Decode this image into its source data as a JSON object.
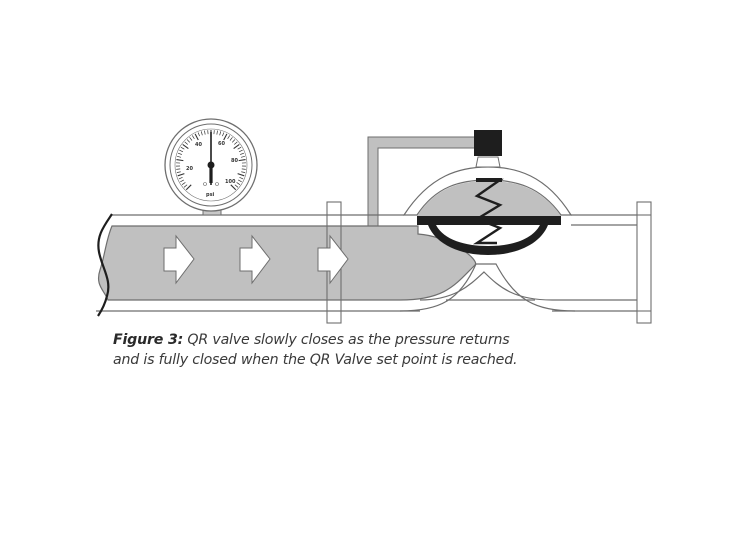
{
  "figure": {
    "label": "Figure 3:",
    "caption_line1": " QR valve slowly closes as the pressure returns",
    "caption_line2": "and is fully closed when the QR Valve set point is reached."
  },
  "gauge": {
    "scale_labels": [
      "20",
      "40",
      "60",
      "80",
      "100"
    ],
    "unit": "psi",
    "needle_value": 50,
    "scale_min": 0,
    "scale_max": 100
  },
  "flow": {
    "direction": "right",
    "arrow_count": 3
  },
  "colors": {
    "fluid": "#c0c0c0",
    "outline": "#6e6e6e",
    "diaphragm": "#1e1e1e",
    "pilot_block": "#1e1e1e",
    "background": "#ffffff"
  }
}
